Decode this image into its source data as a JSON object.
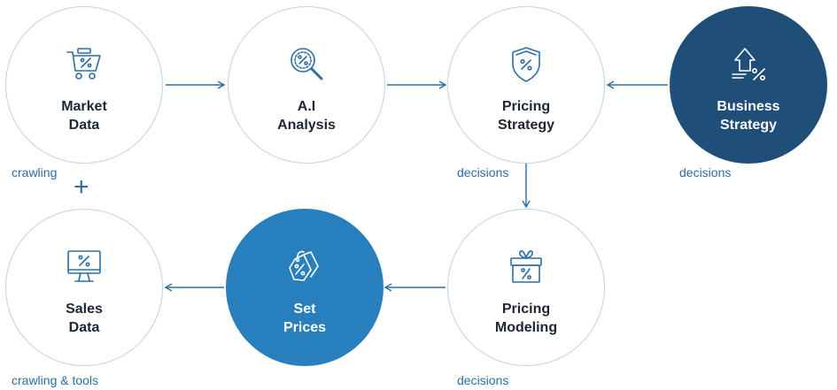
{
  "nodes": {
    "market_data": {
      "label": "Market\nData"
    },
    "ai_analysis": {
      "label": "A.I\nAnalysis"
    },
    "pricing_strategy": {
      "label": "Pricing\nStrategy"
    },
    "business_strategy": {
      "label": "Business\nStrategy"
    },
    "sales_data": {
      "label": "Sales\nData"
    },
    "set_prices": {
      "label": "Set\nPrices"
    },
    "pricing_modeling": {
      "label": "Pricing\nModeling"
    }
  },
  "captions": {
    "market_data": "crawling",
    "pricing_strategy": "decisions",
    "business_strategy": "decisions",
    "sales_data": "crawling & tools",
    "pricing_modeling": "decisions",
    "plus": "+"
  },
  "colors": {
    "accent": "#2c6ea4",
    "dark_node": "#1f4e79",
    "blue_node": "#277fbd",
    "ring": "#b9d3e8"
  },
  "icons": {
    "market_data": "shopping-cart-percent-icon",
    "ai_analysis": "magnifier-percent-icon",
    "pricing_strategy": "shield-percent-icon",
    "business_strategy": "house-growth-percent-icon",
    "sales_data": "monitor-percent-icon",
    "set_prices": "price-tags-percent-icon",
    "pricing_modeling": "gift-box-percent-icon"
  }
}
